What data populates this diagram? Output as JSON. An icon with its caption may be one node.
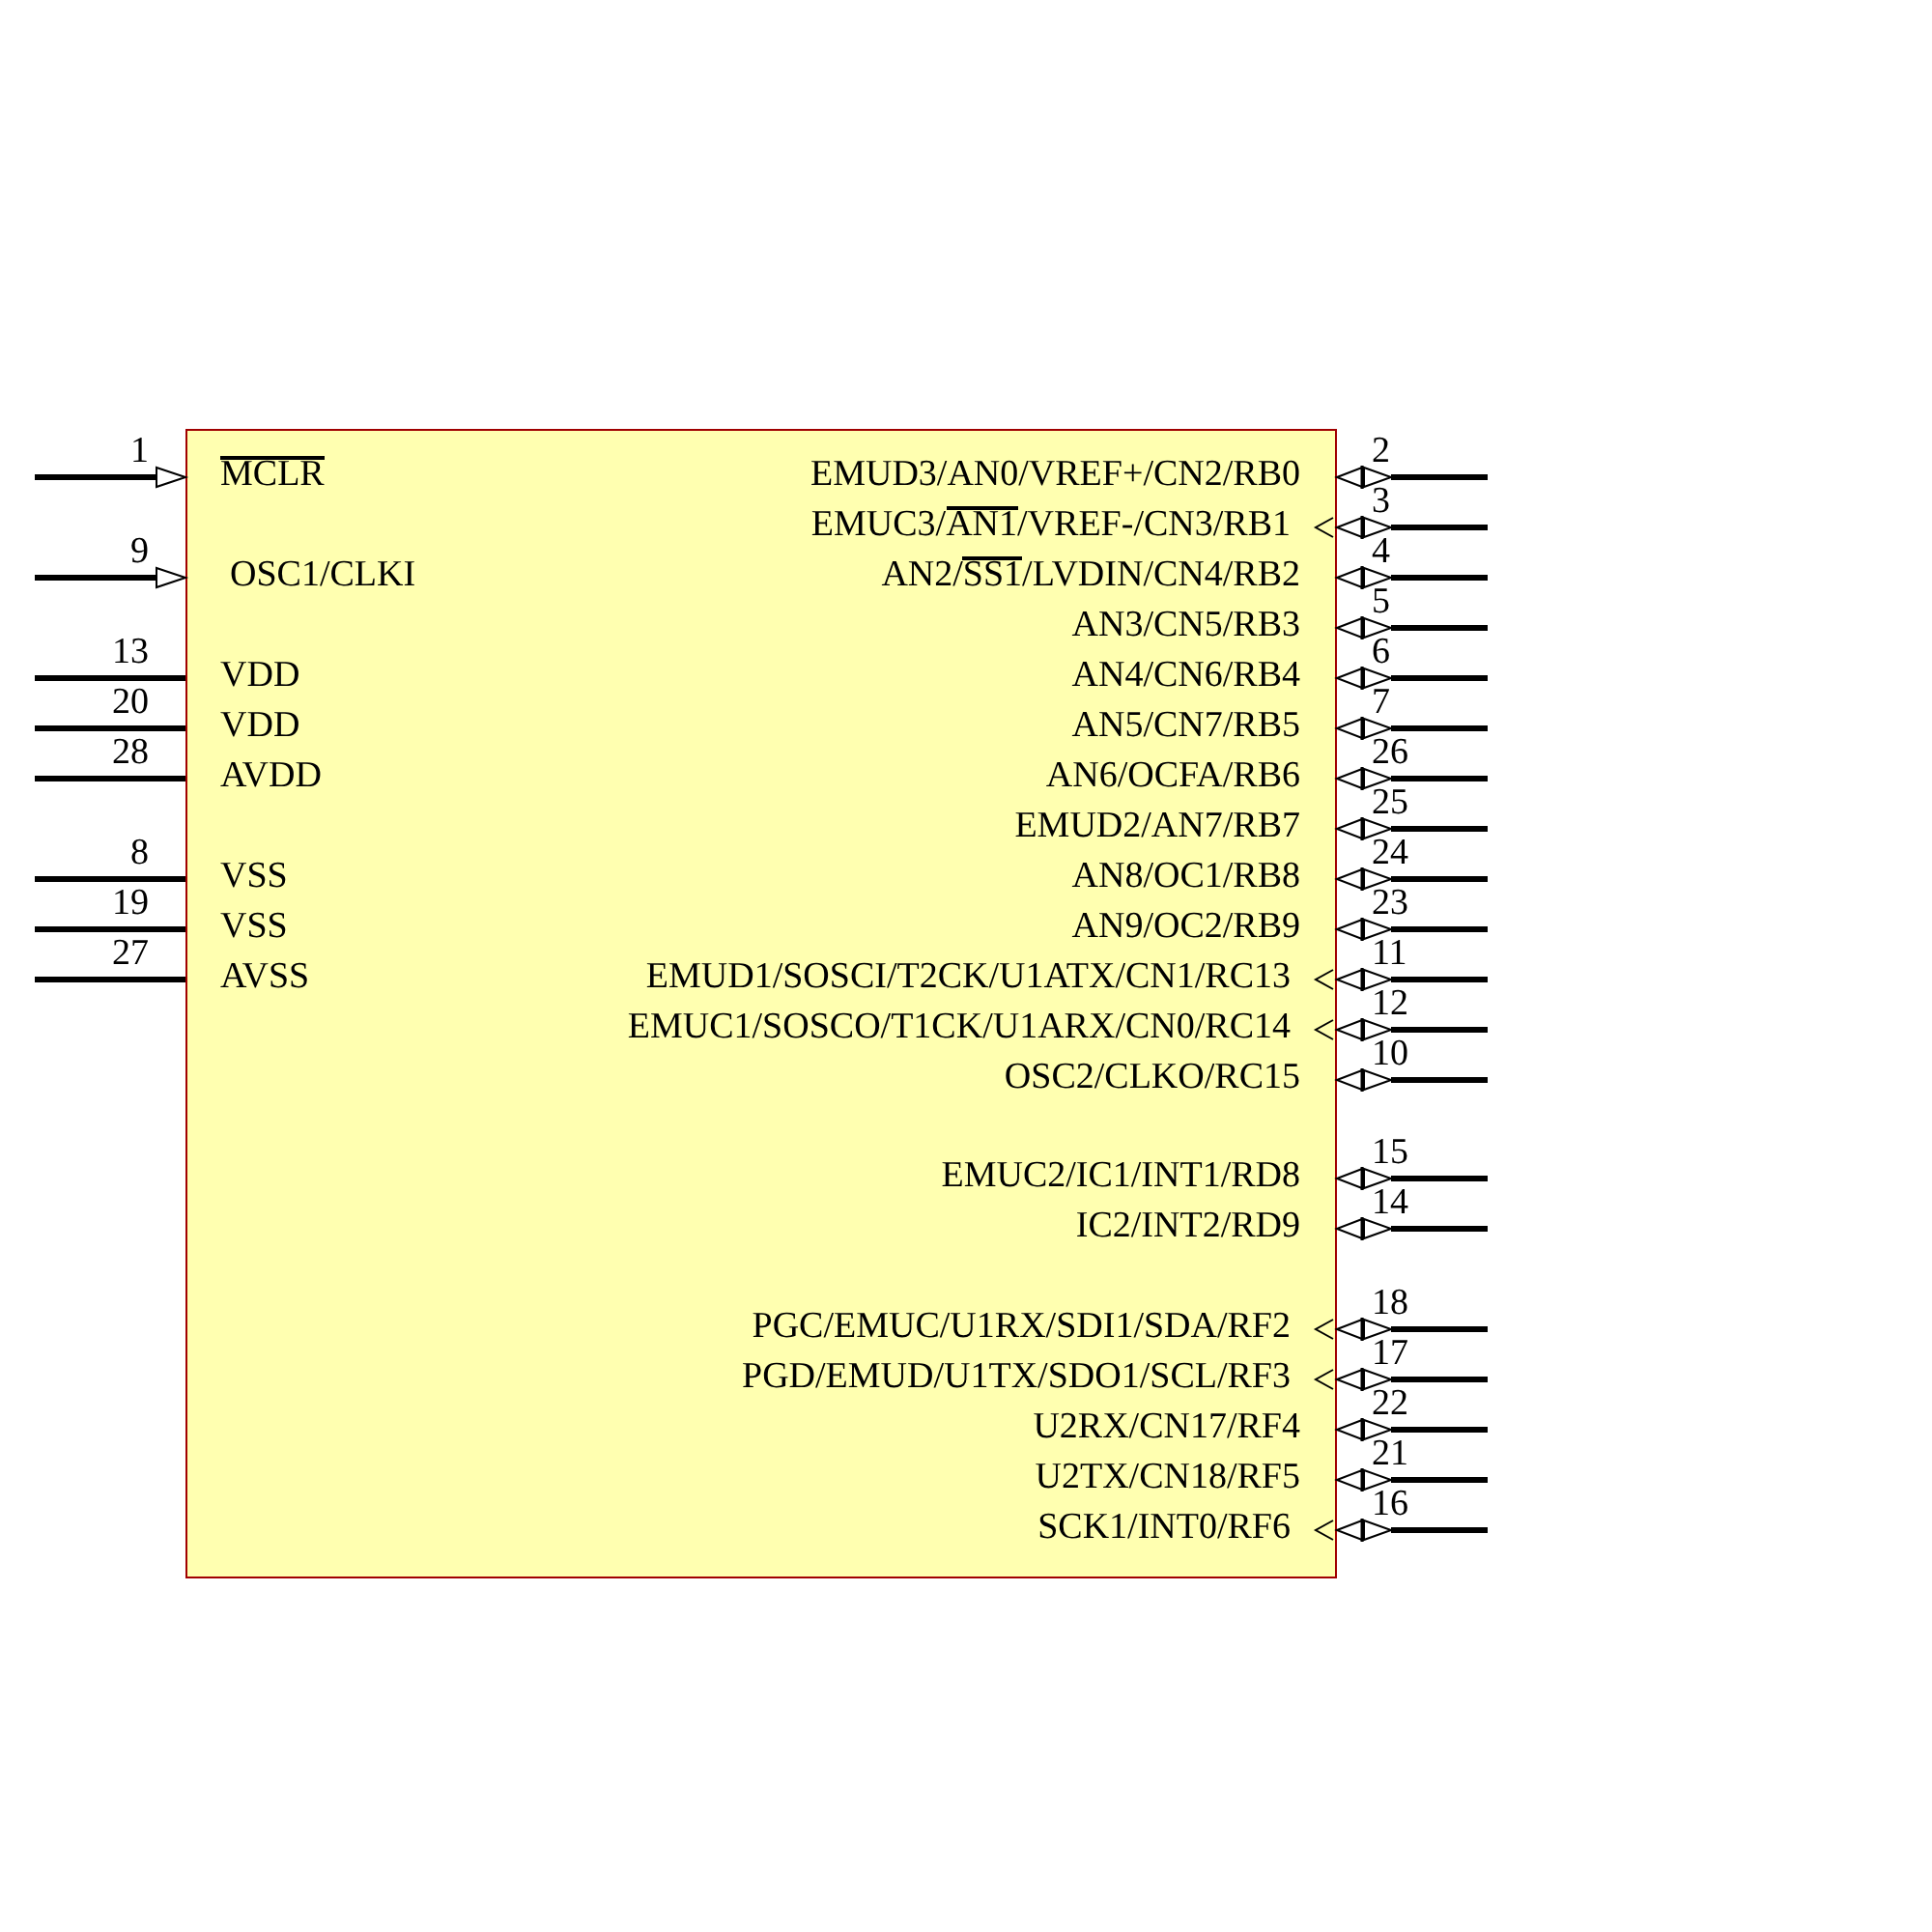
{
  "diagram": {
    "nodes": [
      {
        "text": [],
        "shape": "box"
      }
    ],
    "edges": [],
    "labels": [
      "1",
      "MCLR",
      "9",
      "OSC1/CLKI",
      "13",
      "VDD",
      "20",
      "VDD",
      "28",
      "AVDD",
      "8",
      "VSS",
      "19",
      "VSS",
      "27",
      "AVSS",
      "2",
      "EMUD3/AN0/VREF+/CN2/RB0",
      "3",
      "EMUC3/AN1/VREF-/CN3/RB1",
      "4",
      "AN2/SS1/LVDIN/CN4/RB2",
      "5",
      "AN3/CN5/RB3",
      "6",
      "AN4/CN6/RB4",
      "7",
      "AN5/CN7/RB5",
      "26",
      "AN6/OCFA/RB6",
      "25",
      "EMUD2/AN7/RB7",
      "24",
      "AN8/OC1/RB8",
      "23",
      "AN9/OC2/RB9",
      "11",
      "EMUD1/SOSCI/T2CK/U1ATX/CN1/RC13",
      "12",
      "EMUC1/SOSCO/T1CK/U1ARX/CN0/RC14",
      "10",
      "OSC2/CLKO/RC15",
      "15",
      "EMUC2/IC1/INT1/RD8",
      "14",
      "IC2/INT2/RD9",
      "18",
      "PGC/EMUC/U1RX/SDI1/SDA/RF2",
      "17",
      "PGD/EMUD/U1TX/SDO1/SCL/RF3",
      "22",
      "U2RX/CN17/RF4",
      "21",
      "U2TX/CN18/RF5",
      "16",
      "SCK1/INT0/RF6"
    ]
  }
}
